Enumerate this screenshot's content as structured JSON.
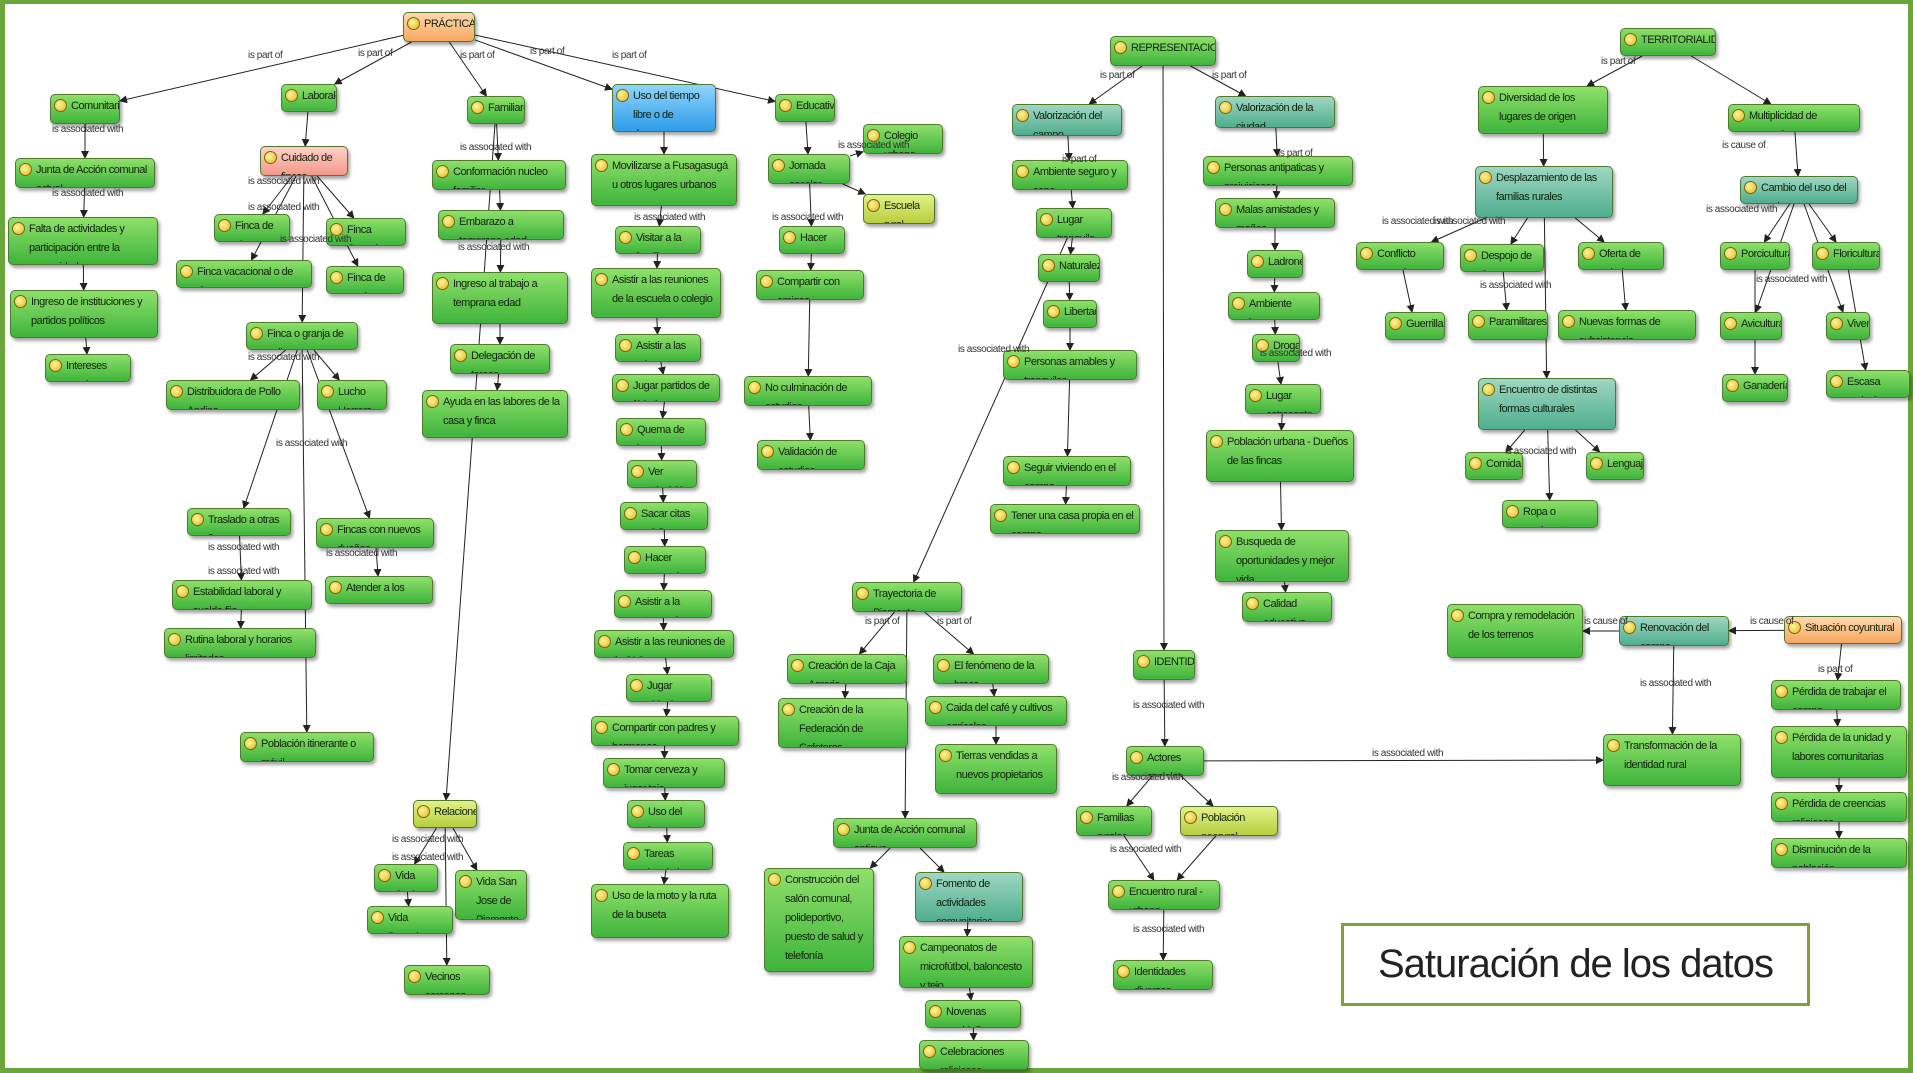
{
  "colors": {
    "frame": "#6aa63a",
    "node_green": "#3fb43c",
    "node_teal": "#4fae8e",
    "node_blue": "#2f9de8",
    "node_pink": "#f49a8a",
    "node_orange": "#f7a860",
    "node_lime": "#b6cf3c"
  },
  "icon": "concept-bulb-icon",
  "caption": "Saturación de los datos",
  "nodes": [
    {
      "id": "practicas",
      "text": "PRÁCTICAS-",
      "color": "orange"
    },
    {
      "id": "comunitarias",
      "text": "Comunitarias"
    },
    {
      "id": "laborales",
      "text": "Laborales"
    },
    {
      "id": "familiares",
      "text": "Familiares"
    },
    {
      "id": "tiempo_libre",
      "text": "Uso del tiempo libre o de descanso",
      "color": "blue"
    },
    {
      "id": "educativas",
      "text": "Educativas"
    },
    {
      "id": "junta_actual",
      "text": "Junta de Acción comunal actual"
    },
    {
      "id": "falta_act",
      "text": "Falta de actividades y participación entre la comunidad"
    },
    {
      "id": "ingreso_inst",
      "text": "Ingreso de instituciones y partidos políticos"
    },
    {
      "id": "intereses",
      "text": "Intereses propios"
    },
    {
      "id": "cuidado_fincas",
      "text": "Cuidado de fincas",
      "color": "pink"
    },
    {
      "id": "finca_vivero",
      "text": "Finca de vivero"
    },
    {
      "id": "finca_ganadera",
      "text": "Finca Ganadera"
    },
    {
      "id": "finca_vacacional",
      "text": "Finca vacacional o de descanso"
    },
    {
      "id": "finca_cerdos",
      "text": "Finca de cerdos"
    },
    {
      "id": "finca_pollos",
      "text": "Finca o granja de pollos"
    },
    {
      "id": "distribuidora",
      "text": "Distribuidora de Pollo Andino"
    },
    {
      "id": "lucho",
      "text": "Lucho Herrera"
    },
    {
      "id": "traslado",
      "text": "Traslado a otras fincas"
    },
    {
      "id": "fincas_nuevos",
      "text": "Fincas con nuevos dueños"
    },
    {
      "id": "estabilidad",
      "text": "Estabilidad laboral y sueldo fijo"
    },
    {
      "id": "atender",
      "text": "Atender a los patrones"
    },
    {
      "id": "rutina",
      "text": "Rutina laboral y horarios limitados"
    },
    {
      "id": "poblacion_itinerante",
      "text": "Población itinerante o móvil"
    },
    {
      "id": "conformacion",
      "text": "Conformación nucleo familiar"
    },
    {
      "id": "embarazo",
      "text": "Embarazo a temprana edad"
    },
    {
      "id": "ingreso_trabajo",
      "text": "Ingreso al trabajo a temprana edad"
    },
    {
      "id": "delegacion",
      "text": "Delegación de tareas"
    },
    {
      "id": "ayuda",
      "text": "Ayuda en las labores de la casa y finca"
    },
    {
      "id": "relaciones",
      "text": "Relaciones",
      "color": "lime"
    },
    {
      "id": "vida_jordan",
      "text": "Vida Jordan"
    },
    {
      "id": "vida_sanjose",
      "text": "Vida San Jose de Piamonte"
    },
    {
      "id": "vida_bosachoque",
      "text": "Vida Bosachoque"
    },
    {
      "id": "vecinos",
      "text": "Vecinos cercanos"
    },
    {
      "id": "movilizarse",
      "text": "Movilizarse a Fusagasugá u otros lugares urbanos"
    },
    {
      "id": "visitar_familia",
      "text": "Visitar a la familia"
    },
    {
      "id": "asistir_reuniones_escuela",
      "text": "Asistir a las reuniones de la escuela o colegio"
    },
    {
      "id": "asistir_misas",
      "text": "Asistir a las misas"
    },
    {
      "id": "jugar_futbol",
      "text": "Jugar partidos de fútbol"
    },
    {
      "id": "quema",
      "text": "Quema de basuras"
    },
    {
      "id": "ver_tv",
      "text": "Ver televisión"
    },
    {
      "id": "sacar_citas",
      "text": "Sacar citas médicas"
    },
    {
      "id": "hacer_mercado",
      "text": "Hacer mercado"
    },
    {
      "id": "catequesis",
      "text": "Asistir a la catequesis"
    },
    {
      "id": "reuniones_jac",
      "text": "Asistir a las reuniones de la JAC"
    },
    {
      "id": "videojuegos",
      "text": "Jugar videojuegos"
    },
    {
      "id": "compartir_padres",
      "text": "Compartir con padres y hermanos"
    },
    {
      "id": "tomar_cerveza",
      "text": "Tomar cerveza y jugar tejo"
    },
    {
      "id": "uso_internet",
      "text": "Uso del internet"
    },
    {
      "id": "tareas_domesticas",
      "text": "Tareas domésticas"
    },
    {
      "id": "uso_moto",
      "text": "Uso de la moto y la ruta de la buseta"
    },
    {
      "id": "colegio_urbano",
      "text": "Colegio urbano"
    },
    {
      "id": "jornada_escolar",
      "text": "Jornada escolar"
    },
    {
      "id": "escuela_rural",
      "text": "Escuela rural",
      "color": "lime"
    },
    {
      "id": "hacer_tareas",
      "text": "Hacer tareas"
    },
    {
      "id": "compartir_amigos",
      "text": "Compartir con amigos"
    },
    {
      "id": "no_culminacion",
      "text": "No culminación de estudios"
    },
    {
      "id": "validacion",
      "text": "Validación de estudios"
    },
    {
      "id": "representaciones",
      "text": "REPRESENTACIONES"
    },
    {
      "id": "valorizacion_campo",
      "text": "Valorización del campo",
      "color": "teal"
    },
    {
      "id": "valorizacion_ciudad",
      "text": "Valorización de la ciudad",
      "color": "teal"
    },
    {
      "id": "ambiente_seguro",
      "text": "Ambiente seguro y sano"
    },
    {
      "id": "lugar_tranquilo",
      "text": "Lugar tranquilo"
    },
    {
      "id": "naturaleza",
      "text": "Naturaleza"
    },
    {
      "id": "libertad",
      "text": "Libertad"
    },
    {
      "id": "personas_amables",
      "text": "Personas amables y tranquilas"
    },
    {
      "id": "seguir_viviendo",
      "text": "Seguir viviendo en el campo"
    },
    {
      "id": "tener_casa",
      "text": "Tener una casa propia en el campo"
    },
    {
      "id": "personas_antipaticas",
      "text": "Personas antipaticas y prejuiciosas"
    },
    {
      "id": "malas_amistades",
      "text": "Malas amistades y mañas"
    },
    {
      "id": "ladrones",
      "text": "Ladrones"
    },
    {
      "id": "ambiente_inseguro",
      "text": "Ambiente inseguro"
    },
    {
      "id": "drogas",
      "text": "Drogas"
    },
    {
      "id": "lugar_estresante",
      "text": "Lugar estresante"
    },
    {
      "id": "poblacion_urbana",
      "text": "Población urbana - Dueños de las fincas"
    },
    {
      "id": "busqueda",
      "text": "Busqueda de oportunidades y mejor vida"
    },
    {
      "id": "calidad_educativa",
      "text": "Calidad educativa"
    },
    {
      "id": "identidad",
      "text": "IDENTIDAD"
    },
    {
      "id": "actores_sociales",
      "text": "Actores sociales"
    },
    {
      "id": "familias_rurales",
      "text": "Familias rurales"
    },
    {
      "id": "poblacion_neorural",
      "text": "Población neorural",
      "color": "lime"
    },
    {
      "id": "encuentro_rural",
      "text": "Encuentro rural - urbano"
    },
    {
      "id": "identidades_diversas",
      "text": "Identidades diversas"
    },
    {
      "id": "trayectoria",
      "text": "Trayectoria de Piamonte"
    },
    {
      "id": "caja_agraria",
      "text": "Creación de la Caja Agraria"
    },
    {
      "id": "fenomeno_broca",
      "text": "El fenómeno de la broca"
    },
    {
      "id": "federacion",
      "text": "Creación de la Federación de Cafeteros"
    },
    {
      "id": "caida_cafe",
      "text": "Caida del café y cultivos agrícolas"
    },
    {
      "id": "tierras_vendidas",
      "text": "Tierras vendidas a nuevos propietarios"
    },
    {
      "id": "junta_antigua",
      "text": "Junta de Acción comunal antigua"
    },
    {
      "id": "construccion_salon",
      "text": "Construcción del salón comunal, polideportivo, puesto de salud y telefonía"
    },
    {
      "id": "fomento",
      "text": "Fomento de actividades comunitarias",
      "color": "teal"
    },
    {
      "id": "campeonatos",
      "text": "Campeonatos de microfútbol, baloncesto y tejo"
    },
    {
      "id": "novenas",
      "text": "Novenas navideñas"
    },
    {
      "id": "celebraciones",
      "text": "Celebraciones religiosas"
    },
    {
      "id": "territorialidades",
      "text": "TERRITORIALIDADES"
    },
    {
      "id": "diversidad_lugares",
      "text": "Diversidad de los lugares de origen"
    },
    {
      "id": "multiplicidad",
      "text": "Multiplicidad de ocupaciones"
    },
    {
      "id": "desplazamiento",
      "text": "Desplazamiento de las familias rurales",
      "color": "teal"
    },
    {
      "id": "cambio_suelo",
      "text": "Cambio del uso del suelo",
      "color": "teal"
    },
    {
      "id": "conflicto",
      "text": "Conflicto armado"
    },
    {
      "id": "despojo",
      "text": "Despojo de tierras"
    },
    {
      "id": "oferta_trabajo",
      "text": "Oferta de trabajo"
    },
    {
      "id": "guerrilla",
      "text": "Guerrilla"
    },
    {
      "id": "paramilitares",
      "text": "Paramilitares"
    },
    {
      "id": "nuevas_formas",
      "text": "Nuevas formas de subsistencia"
    },
    {
      "id": "encuentro_culturales",
      "text": "Encuentro de distintas formas culturales",
      "color": "teal"
    },
    {
      "id": "comida",
      "text": "Comida"
    },
    {
      "id": "lenguaje",
      "text": "Lenguaje"
    },
    {
      "id": "ropa",
      "text": "Ropa o vestimenta"
    },
    {
      "id": "porcicultura",
      "text": "Porcicultura"
    },
    {
      "id": "floricultura",
      "text": "Floricultura"
    },
    {
      "id": "avicultura",
      "text": "Avicultura"
    },
    {
      "id": "vivero",
      "text": "Vivero"
    },
    {
      "id": "ganaderia",
      "text": "Ganadería"
    },
    {
      "id": "escasa_agricultura",
      "text": "Escasa agricultura"
    },
    {
      "id": "compra_remodelacion",
      "text": "Compra y remodelación de los terrenos"
    },
    {
      "id": "renovacion",
      "text": "Renovación del campo",
      "color": "teal"
    },
    {
      "id": "situacion_coyuntural",
      "text": "Situación coyuntural",
      "color": "orange"
    },
    {
      "id": "transformacion",
      "text": "Transformación de la identidad rural"
    },
    {
      "id": "perdida_trabajar",
      "text": "Pérdida de trabajar el campo"
    },
    {
      "id": "perdida_unidad",
      "text": "Pérdida de la unidad y labores comunitarias"
    },
    {
      "id": "perdida_creencias",
      "text": "Pérdida de creencias religiosas"
    },
    {
      "id": "disminucion",
      "text": "Disminución de la población"
    }
  ],
  "edge_labels": [
    {
      "id": "l1",
      "text": "is part of"
    },
    {
      "id": "l2",
      "text": "is part of"
    },
    {
      "id": "l3",
      "text": "is part of"
    },
    {
      "id": "l4",
      "text": "is part of"
    },
    {
      "id": "l5",
      "text": "is part of"
    },
    {
      "id": "l6",
      "text": "is associated with"
    },
    {
      "id": "l7",
      "text": "is associated with"
    },
    {
      "id": "l8",
      "text": "is associated with"
    },
    {
      "id": "l9",
      "text": "is associated with"
    },
    {
      "id": "l10",
      "text": "is associated with"
    },
    {
      "id": "l11",
      "text": "is associated with"
    },
    {
      "id": "l12",
      "text": "is associated with"
    },
    {
      "id": "l13",
      "text": "is associated with"
    },
    {
      "id": "l14",
      "text": "is associated with"
    },
    {
      "id": "l15",
      "text": "is associated with"
    },
    {
      "id": "l16",
      "text": "is associated with"
    },
    {
      "id": "l17",
      "text": "is associated with"
    },
    {
      "id": "l18",
      "text": "is associated with"
    },
    {
      "id": "l19",
      "text": "is associated with"
    },
    {
      "id": "l20",
      "text": "is associated with"
    },
    {
      "id": "l21",
      "text": "is part of"
    },
    {
      "id": "l22",
      "text": "is part of"
    },
    {
      "id": "l23",
      "text": "is associated with"
    },
    {
      "id": "l24",
      "text": "is associated with"
    },
    {
      "id": "l25",
      "text": "is associated with"
    },
    {
      "id": "l26",
      "text": "is part of"
    },
    {
      "id": "l27",
      "text": "is part of"
    },
    {
      "id": "l28",
      "text": "is part of"
    },
    {
      "id": "l29",
      "text": "is part of"
    },
    {
      "id": "l30",
      "text": "is part of"
    },
    {
      "id": "l31",
      "text": "is associated with"
    },
    {
      "id": "l32",
      "text": "is associated with"
    },
    {
      "id": "l33",
      "text": "is associated with"
    },
    {
      "id": "l34",
      "text": "is cause of"
    },
    {
      "id": "l35",
      "text": "is cause of"
    },
    {
      "id": "l36",
      "text": "is associated with"
    },
    {
      "id": "l37",
      "text": "is associated with"
    },
    {
      "id": "l38",
      "text": "is part of"
    },
    {
      "id": "l39",
      "text": "is associated with"
    },
    {
      "id": "l40",
      "text": "is associated with"
    },
    {
      "id": "l41",
      "text": "is associated with"
    },
    {
      "id": "l42",
      "text": "is associated with"
    },
    {
      "id": "l43",
      "text": "is cause of"
    },
    {
      "id": "l44",
      "text": "is associated with"
    },
    {
      "id": "l45",
      "text": "is associated with"
    },
    {
      "id": "l46",
      "text": "is associated with"
    },
    {
      "id": "l47",
      "text": "is associated with"
    }
  ]
}
